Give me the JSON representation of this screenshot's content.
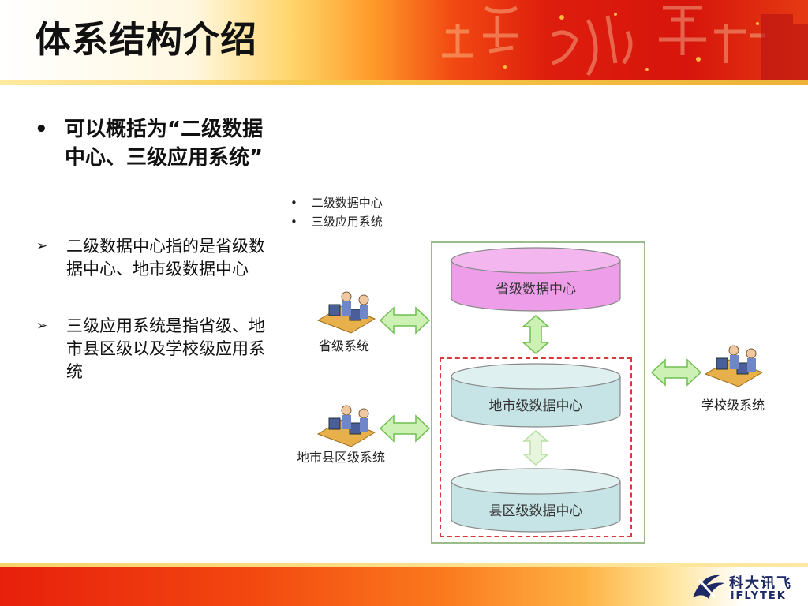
{
  "slide": {
    "title": "体系结构介绍"
  },
  "left_text": {
    "main_bullet_marker": "•",
    "main_bullet": "可以概括为“二级数据中心、三级应用系统”",
    "sub_marker": "➢",
    "sub_items": [
      "二级数据中心指的是省级数据中心、地市级数据中心",
      "三级应用系统是指省级、地市县区级以及学校级应用系统"
    ]
  },
  "diagram": {
    "legend_marker": "•",
    "legend": [
      "二级数据中心",
      "三级应用系统"
    ],
    "centers": [
      "省级数据中心",
      "地市级数据中心",
      "县区级数据中心"
    ],
    "systems": [
      "省级系统",
      "地市县区级系统",
      "学校级系统"
    ],
    "colors": {
      "province_top": "#f3b6ef",
      "province_body": "#ee9ee8",
      "city_top": "#dff0f0",
      "city_body": "#c6e3e5",
      "arrow_fill": "#cdf0b4",
      "arrow_stroke": "#6fbf51"
    }
  },
  "logo": {
    "name_cn": "科大讯飞",
    "name_en": "iFLYTEK"
  }
}
